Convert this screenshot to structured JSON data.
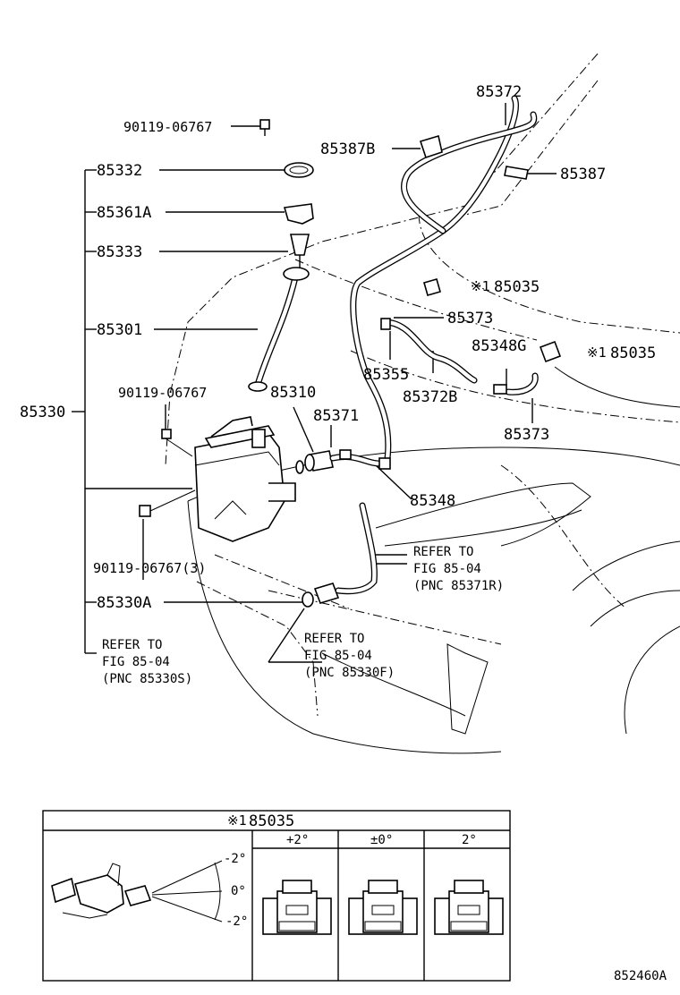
{
  "labels": {
    "p90119_top": "90119-06767",
    "p85332": "85332",
    "p85361A": "85361A",
    "p85333": "85333",
    "p85301": "85301",
    "p85330": "85330",
    "p90119_mid": "90119-06767",
    "p85310": "85310",
    "p90119_bot": "90119-06767(3)",
    "p85330A": "85330A",
    "p85372": "85372",
    "p85387B": "85387B",
    "p85387": "85387",
    "p85035_a": "85035",
    "p85035_a_mark": "※1",
    "p85373_a": "85373",
    "p85348G": "85348G",
    "p85035_b": "85035",
    "p85035_b_mark": "※1",
    "p85355": "85355",
    "p85372B": "85372B",
    "p85373_b": "85373",
    "p85371": "85371",
    "p85348": "85348"
  },
  "refs": {
    "ref1": {
      "l1": "REFER TO",
      "l2": "FIG 85-04",
      "l3": "(PNC 85371R)"
    },
    "ref2": {
      "l1": "REFER TO",
      "l2": "FIG 85-04",
      "l3": "(PNC 85330F)"
    },
    "ref3": {
      "l1": "REFER TO",
      "l2": "FIG 85-04",
      "l3": "(PNC 85330S)"
    }
  },
  "inset": {
    "mark": "※1",
    "part": "85035",
    "col1": "+2°",
    "col2": "±0°",
    "col3": "2°",
    "angle_top": "-2°",
    "angle_mid": "0°",
    "angle_bot": "-2°"
  },
  "figure_id": "852460A"
}
